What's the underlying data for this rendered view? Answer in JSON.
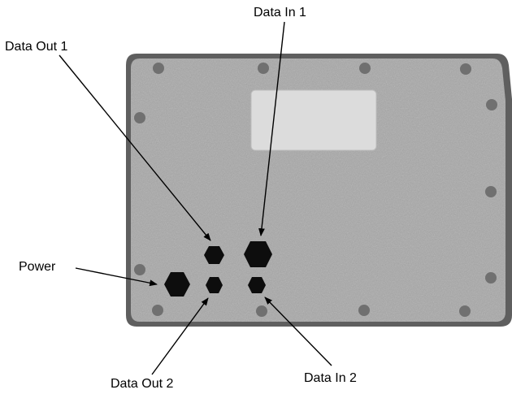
{
  "labels": {
    "data_in_1": "Data In 1",
    "data_out_1": "Data Out 1",
    "power": "Power",
    "data_out_2": "Data Out 2",
    "data_in_2": "Data In 2"
  },
  "colors": {
    "housing_outer": "#5f5f5f",
    "housing_face": "#a8a8a8",
    "display_window": "#dcdcdc",
    "screw": "#707070",
    "port": "#0d0d0d",
    "leader_line": "#000000"
  },
  "icons": {
    "screw": "screw-icon",
    "port": "hex-port-icon"
  }
}
